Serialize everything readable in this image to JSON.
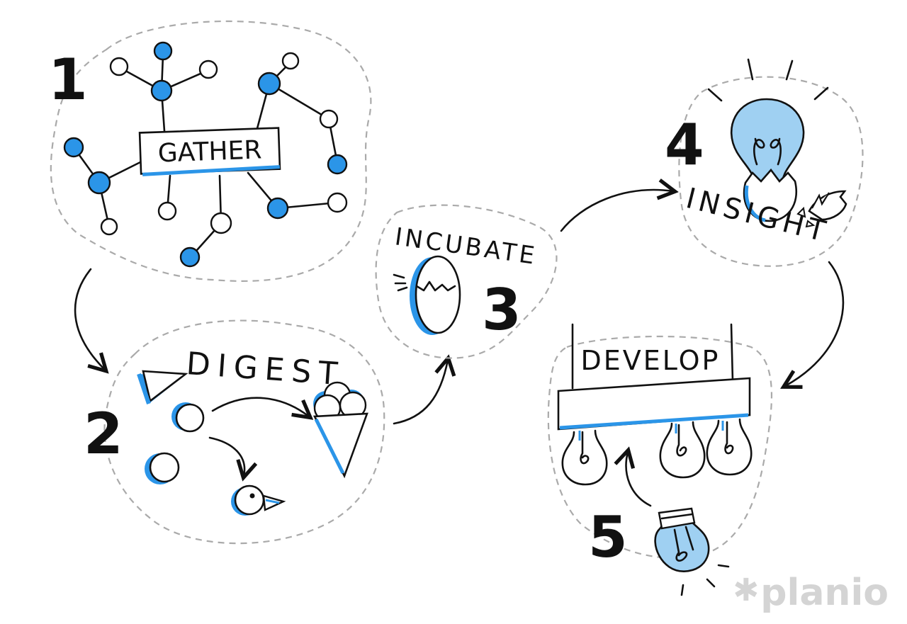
{
  "steps": [
    {
      "number": "1",
      "label": "GATHER"
    },
    {
      "number": "2",
      "label": "DIGEST"
    },
    {
      "number": "3",
      "label": "INCUBATE"
    },
    {
      "number": "4",
      "label": "INSIGHT"
    },
    {
      "number": "5",
      "label": "DEVELOP"
    }
  ],
  "brand": {
    "logo_text": "planio",
    "logo_mark": "✱"
  },
  "colors": {
    "accent": "#2b95e8",
    "bulb": "#9fd0f2",
    "ink": "#111111",
    "dashed": "#aaaaaa",
    "logo": "#d4d4d4"
  }
}
